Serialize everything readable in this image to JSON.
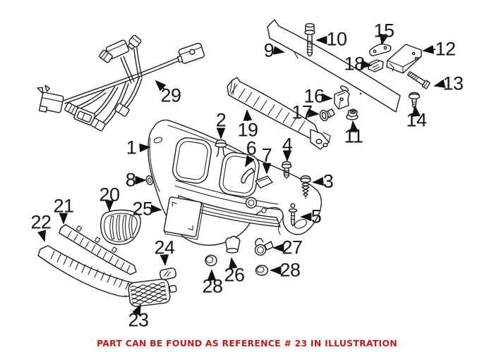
{
  "caption": {
    "text": "PART CAN BE FOUND AS REFERENCE # 23 IN ILLUSTRATION"
  },
  "colors": {
    "background": "#ffffff",
    "line_art": "#1c1c1c",
    "label": "#161616",
    "caption": "#c01b1e"
  },
  "callouts": [
    {
      "ref": "1"
    },
    {
      "ref": "2"
    },
    {
      "ref": "3"
    },
    {
      "ref": "4"
    },
    {
      "ref": "5"
    },
    {
      "ref": "6"
    },
    {
      "ref": "7"
    },
    {
      "ref": "8"
    },
    {
      "ref": "9"
    },
    {
      "ref": "10"
    },
    {
      "ref": "11"
    },
    {
      "ref": "12"
    },
    {
      "ref": "13"
    },
    {
      "ref": "14"
    },
    {
      "ref": "15"
    },
    {
      "ref": "16"
    },
    {
      "ref": "17"
    },
    {
      "ref": "18"
    },
    {
      "ref": "19"
    },
    {
      "ref": "20"
    },
    {
      "ref": "21"
    },
    {
      "ref": "22"
    },
    {
      "ref": "23"
    },
    {
      "ref": "24"
    },
    {
      "ref": "25"
    },
    {
      "ref": "26"
    },
    {
      "ref": "27"
    },
    {
      "ref": "28"
    },
    {
      "ref": "28"
    },
    {
      "ref": "29"
    }
  ]
}
